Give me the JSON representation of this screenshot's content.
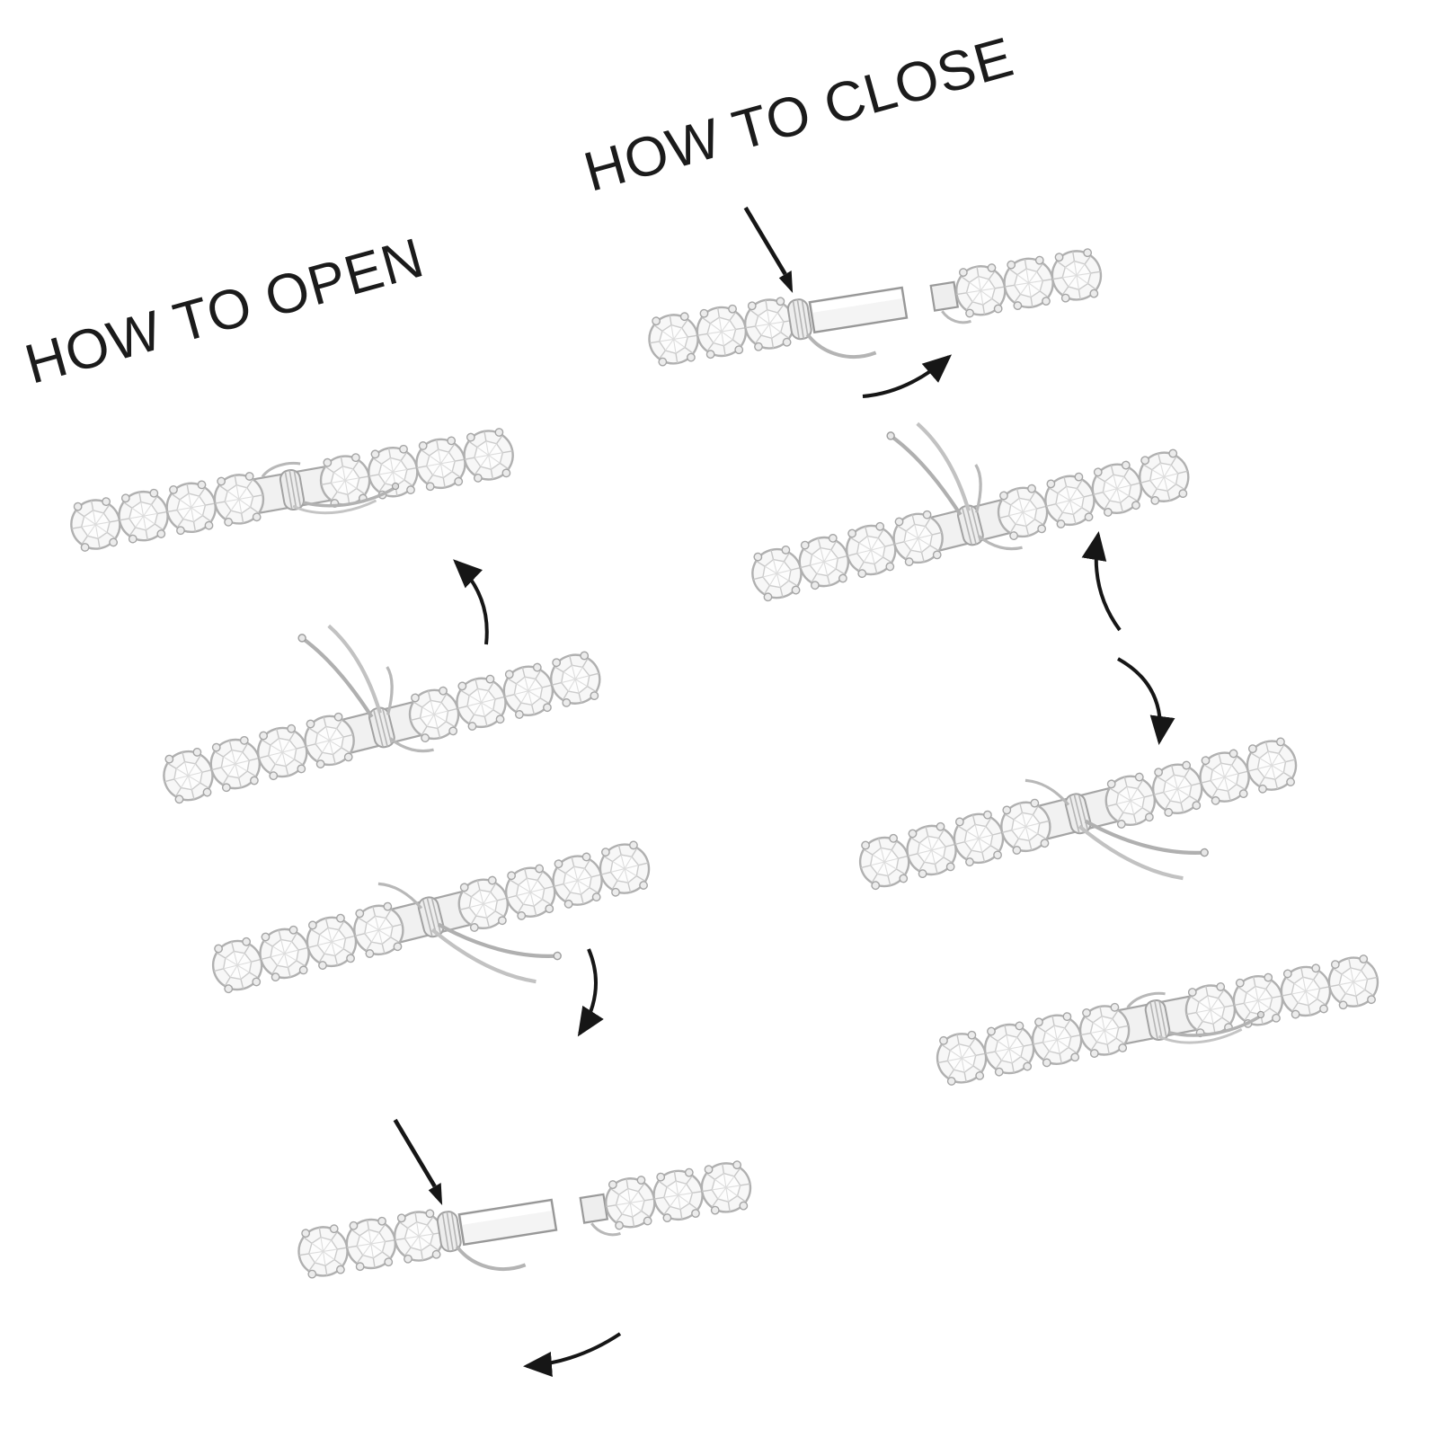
{
  "titles": {
    "open": "HOW TO OPEN",
    "close": "HOW TO CLOSE"
  },
  "colors": {
    "background": "#ffffff",
    "ink": "#1b1b1b",
    "arrow": "#161616",
    "metal_stroke": "#a8a8a8",
    "metal_fill": "#f5f5f5"
  },
  "diagram": {
    "type": "jewelry-box-clasp-instructions",
    "subject": "tennis bracelet with round stones and safety box clasp",
    "open_sequence": [
      "clasp closed flat",
      "safety latch wires lifted upward",
      "clasp lever pulled out downward",
      "tongue pulled out of box, bracelet separated"
    ],
    "close_sequence": [
      "tongue inserted into box (arrow shows insertion point)",
      "joined with safety latch wires up",
      "lever folded back toward clasp",
      "clasp fully closed flat"
    ]
  }
}
